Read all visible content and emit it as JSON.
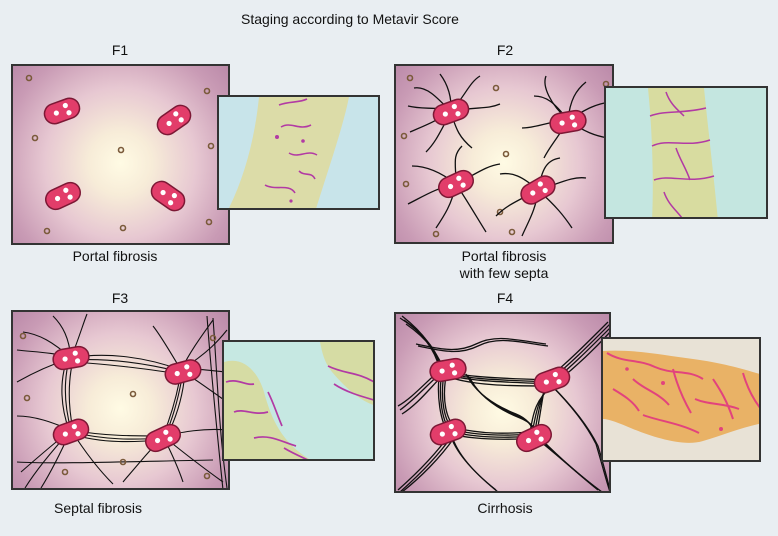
{
  "title": "Staging according to Metavir Score",
  "panels": [
    {
      "stage": "F1",
      "caption": "Portal fibrosis",
      "caption_line2": ""
    },
    {
      "stage": "F2",
      "caption": "Portal fibrosis",
      "caption_line2": "with few septa"
    },
    {
      "stage": "F3",
      "caption": "Septal fibrosis",
      "caption_line2": ""
    },
    {
      "stage": "F4",
      "caption": "Cirrhosis",
      "caption_line2": ""
    }
  ],
  "colors": {
    "portal_tract": "#e23d6a",
    "fiber": "#111111",
    "frame": "#333333",
    "micro_bg": "#c6e6e4",
    "micro_tissue": "#d7dca2",
    "stain": "#b23aa4",
    "f4_tissue": "#e9b266",
    "f4_stain": "#e2437d"
  }
}
